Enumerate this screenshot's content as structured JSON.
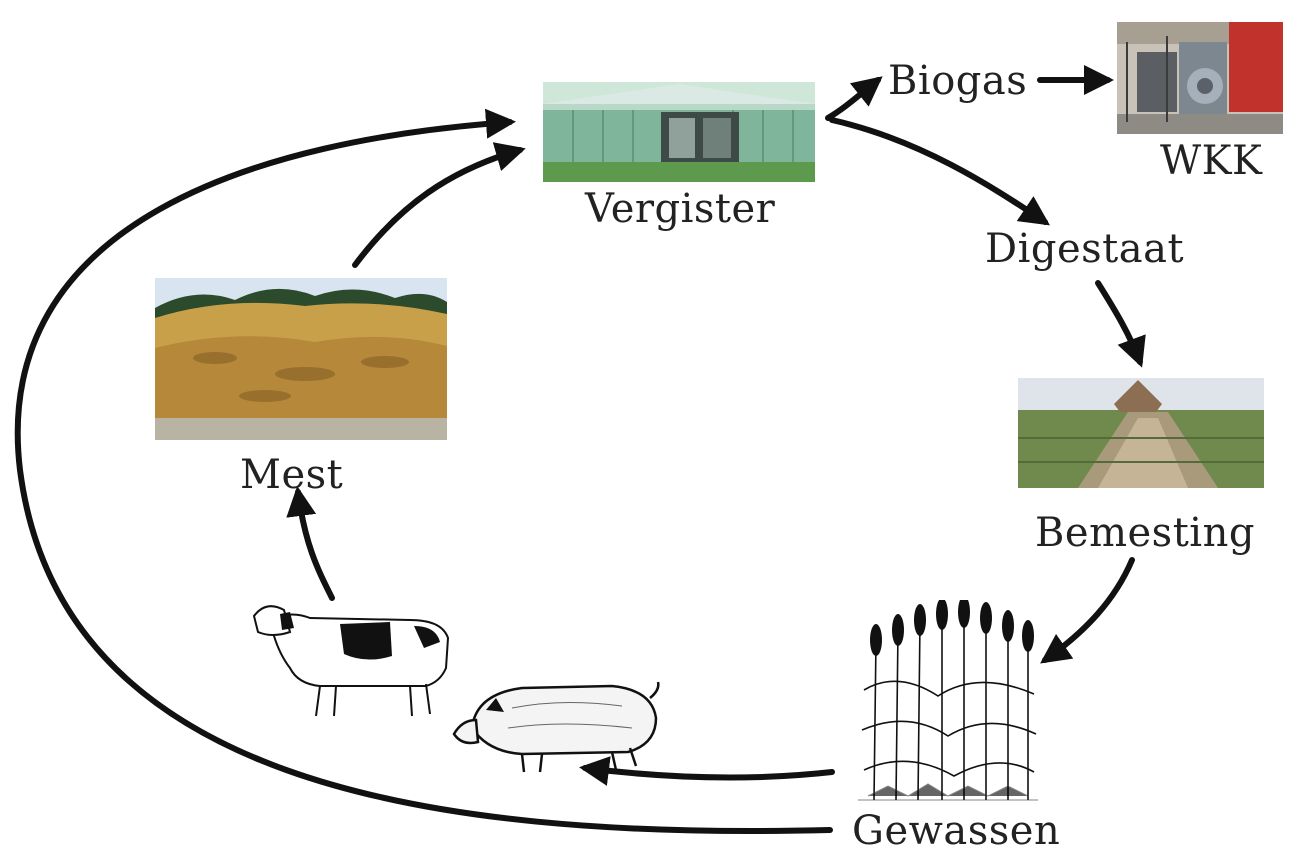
{
  "nodes": {
    "vergister": "Vergister",
    "biogas": "Biogas",
    "wkk": "WKK",
    "digestaat": "Digestaat",
    "bemesting": "Bemesting",
    "gewassen": "Gewassen",
    "mest": "Mest"
  },
  "colors": {
    "arrow": "#111111",
    "text": "#222222"
  }
}
